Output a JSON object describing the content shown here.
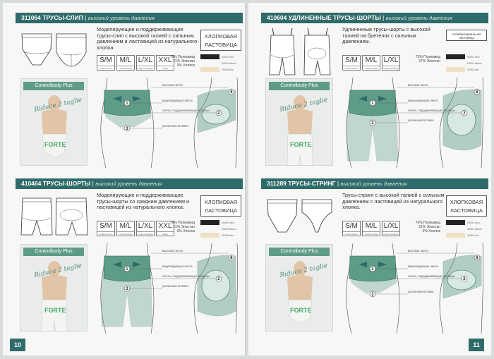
{
  "pages": [
    {
      "number": "10"
    },
    {
      "number": "11"
    }
  ],
  "photo": {
    "brand": "Controlbody Plus",
    "riduce": "Riduce 2 taglie",
    "forte": "FORTE"
  },
  "size_desc": {
    "S/M": "small-medium",
    "M/L": "medium-large",
    "L/XL": "large-extralarge",
    "XXL": "xlarge"
  },
  "diagram_labels": {
    "high_band": "высокая лента",
    "shaping_band": "моделирующая лента",
    "butt_bands": "ленты, поддерживающие ягодицы",
    "reinforced": "усиленная вставка"
  },
  "colors": {
    "accent": "#2f6b6a",
    "diagram_green": "#5f9c88"
  },
  "products": [
    {
      "code": "311064",
      "name": "ТРУСЫ-СЛИП",
      "level": "высокий уровень давления",
      "desc": "Моделирующие и поддерживающие трусы-слип с высокой талией с сильным давлением и ластовицей из натурального хлопка.",
      "badge": "ХЛОПКОВАЯ ЛАСТОВИЦА",
      "badge_small": false,
      "garment": "brief",
      "sizes": [
        {
          "label": "S/M",
          "desc": "small-medium"
        },
        {
          "label": "M/L",
          "desc": "medium-large"
        },
        {
          "label": "L/XL",
          "desc": "large-extralarge"
        },
        {
          "label": "XXL",
          "desc": "xlarge"
        }
      ],
      "composition": [
        "78% Полиамид",
        "21% Эластан",
        "3% Хлопок"
      ],
      "swatches": [
        {
          "label": "00002 nero",
          "hex": "#232323"
        },
        {
          "label": "00004 bianco",
          "hex": "#f7f7f5"
        },
        {
          "label": "00453 skin",
          "hex": "#eee1c6"
        }
      ]
    },
    {
      "code": "410604",
      "name": "УДЛИНЕННЫЕ ТРУСЫ-ШОРТЫ",
      "level": "высокий уровень давления",
      "desc": "Удлиненные трусы-шорты с высокой талией на бретелях с сильным давлением.",
      "badge": "Антибактериальная ластовица",
      "badge_small": true,
      "garment": "long",
      "sizes": [
        {
          "label": "S/M",
          "desc": "small-medium"
        },
        {
          "label": "M/L",
          "desc": "medium-large"
        },
        {
          "label": "L/XL",
          "desc": "large-extralarge"
        }
      ],
      "composition": [
        "73% Полиамид",
        "27% Эластан"
      ],
      "swatches": [
        {
          "label": "00002 nero",
          "hex": "#232323"
        },
        {
          "label": "00004 bianco",
          "hex": "#f7f7f5"
        },
        {
          "label": "00453 skin",
          "hex": "#eee1c6"
        }
      ]
    },
    {
      "code": "410464",
      "name": "ТРУСЫ-ШОРТЫ",
      "level": "высокий уровень давления",
      "desc": "Моделирующие и поддерживающие трусы-шорты со средним давлением и ластовицей из натурального хлопка.",
      "badge": "ХЛОПКОВАЯ ЛАСТОВИЦА",
      "badge_small": false,
      "garment": "shorts",
      "sizes": [
        {
          "label": "S/M",
          "desc": "small-medium"
        },
        {
          "label": "M/L",
          "desc": "medium-large"
        },
        {
          "label": "L/XL",
          "desc": "large-extralarge"
        },
        {
          "label": "XXL",
          "desc": "xlarge"
        }
      ],
      "composition": [
        "76% Полиамид",
        "21% Эластан",
        "3% Хлопок"
      ],
      "swatches": [
        {
          "label": "00002 nero",
          "hex": "#232323"
        },
        {
          "label": "00004 bianco",
          "hex": "#f7f7f5"
        },
        {
          "label": "00453 skin",
          "hex": "#eee1c6"
        }
      ]
    },
    {
      "code": "311289",
      "name": "ТРУСЫ-СТРИНГ",
      "level": "высокий уровень давления",
      "desc": "Трусы-стринг с высокой талией с сильным давлением с ластовицей из натурального хлопка.",
      "badge": "ХЛОПКОВАЯ ЛАСТОВИЦА",
      "badge_small": false,
      "garment": "string",
      "sizes": [
        {
          "label": "S/M",
          "desc": "small-medium"
        },
        {
          "label": "M/L",
          "desc": "medium-large"
        },
        {
          "label": "L/XL",
          "desc": "large-extralarge"
        }
      ],
      "composition": [
        "76% Полиамид",
        "21% Эластан",
        "3% Хлопок"
      ],
      "swatches": [
        {
          "label": "00002 nero",
          "hex": "#232323"
        },
        {
          "label": "00004 bianco",
          "hex": "#f7f7f5"
        },
        {
          "label": "00453 skin",
          "hex": "#eee1c6"
        }
      ]
    }
  ]
}
